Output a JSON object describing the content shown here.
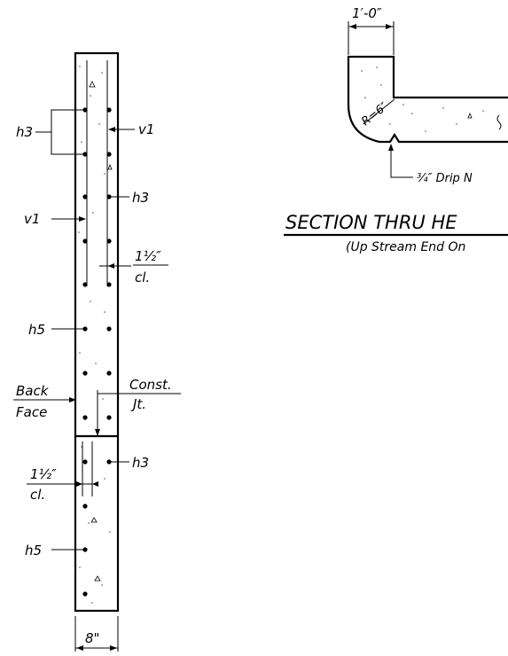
{
  "wall_section": {
    "labels": {
      "h3_group": "h3",
      "v1_right": "v1",
      "h3_right": "h3",
      "v1_left": "v1",
      "cover_top_fraction": "1½″",
      "cover_top_unit": "cl.",
      "h5_upper": "h5",
      "back_face_line1": "Back",
      "back_face_line2": "Face",
      "const_jt_line1": "Const.",
      "const_jt_line2": "Jt.",
      "h3_lower": "h3",
      "cover_bottom_fraction": "1½″",
      "cover_bottom_unit": "cl.",
      "h5_lower": "h5",
      "width_dim": "8\""
    }
  },
  "headwall_section": {
    "dim_top": "1′-0″",
    "radius": "R=6″",
    "drip_notch": "¾″ Drip N",
    "title": "SECTION THRU HE",
    "subtitle": "(Up Stream End On"
  }
}
